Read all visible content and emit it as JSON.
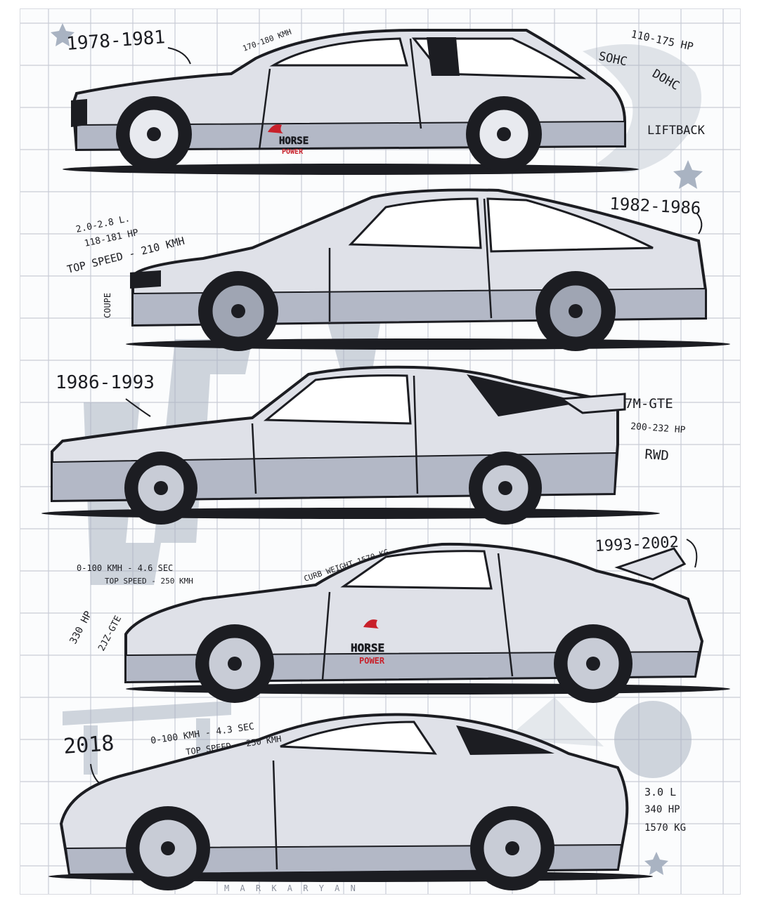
{
  "generations": [
    {
      "years": "1978-1981",
      "specs": [
        "170-180 KMH",
        "110-175 HP",
        "SOHC",
        "DOHC",
        "LIFTBACK"
      ]
    },
    {
      "years": "1982-1986",
      "specs": [
        "2.0-2.8 L.",
        "118-181 HP",
        "TOP SPEED - 210 KMH",
        "COUPE"
      ]
    },
    {
      "years": "1986-1993",
      "specs": [
        "7M-GTE",
        "200-232 HP",
        "RWD"
      ]
    },
    {
      "years": "1993-2002",
      "specs": [
        "0-100 KMH - 4.6 SEC",
        "TOP SPEED - 250 KMH",
        "CURB WEIGHT 1570 KG",
        "330 HP",
        "2JZ-GTE"
      ]
    },
    {
      "years": "2018",
      "specs": [
        "0-100 KMH - 4.3 SEC",
        "TOP SPEED - 250 KMH",
        "3.0 L",
        "340 HP",
        "1570 KG"
      ]
    }
  ],
  "logo_text": [
    "HORSE",
    "POWER"
  ],
  "footer_mark": "M A R K A R Y A N",
  "colors": {
    "car_body": "#dfe1e8",
    "car_shade": "#b3b8c6",
    "outline": "#1c1d22",
    "grid": "#c9ccd6",
    "logo_red": "#c8202a",
    "bg_accent": "#a9b3c2"
  }
}
